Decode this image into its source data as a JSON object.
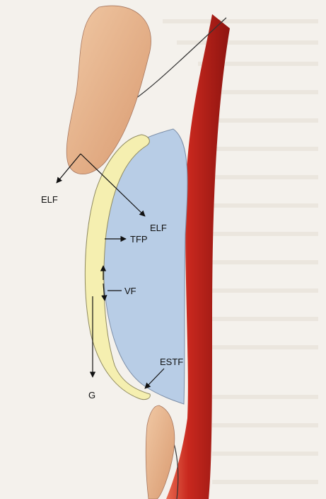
{
  "labels": {
    "elf_left": "ELF",
    "elf_right": "ELF",
    "tfp": "TFP",
    "vf": "VF",
    "estf": "ESTF",
    "g": "G"
  },
  "colors": {
    "eyelid_skin": "#e8b58e",
    "cornea_blue": "#b8cde6",
    "lens_yellow": "#f5efb0",
    "sclera_red": "#c8281e",
    "background": "#f4f1ec"
  }
}
